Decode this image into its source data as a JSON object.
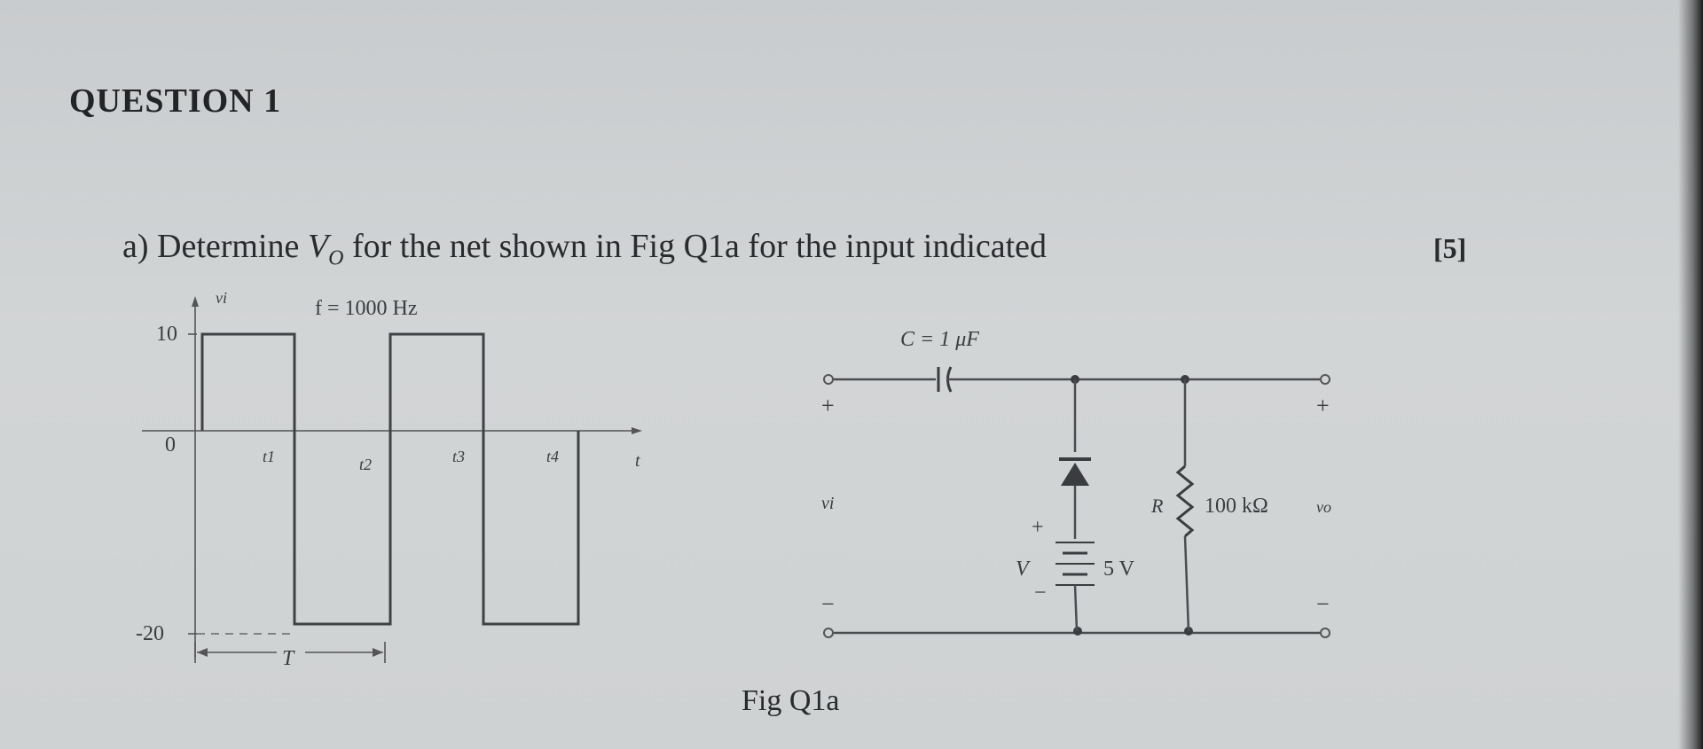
{
  "question": {
    "heading": "QUESTION 1",
    "part_label": "a)",
    "text_before": "Determine ",
    "vo_symbol": "V",
    "vo_subscript": "O",
    "text_after": " for the net shown in Fig Q1a for the input indicated",
    "marks": "[5]"
  },
  "waveform": {
    "axis_label": "vi",
    "frequency_label": "f = 1000 Hz",
    "time_axis_label": "t",
    "y_ticks": [
      "10",
      "0",
      "-20"
    ],
    "time_ticks": [
      "t1",
      "t2",
      "t3",
      "t4"
    ],
    "period_label": "T"
  },
  "circuit": {
    "capacitor_label": "C = 1 μF",
    "input_label": "vi",
    "output_label": "vo",
    "input_plus": "+",
    "input_minus": "−",
    "output_plus": "+",
    "output_minus": "−",
    "resistor_symbol": "R",
    "resistor_value": "100 kΩ",
    "battery_symbol": "V",
    "battery_value": "5 V",
    "battery_plus": "+",
    "battery_minus": "−"
  },
  "figure_caption": "Fig Q1a",
  "chart_data": {
    "type": "line",
    "x": [
      "0",
      "t1",
      "t1",
      "t2",
      "t2",
      "t3",
      "t3",
      "t4"
    ],
    "y": [
      10,
      10,
      -20,
      -20,
      10,
      10,
      -20,
      -20
    ],
    "y_ticks": [
      10,
      0,
      -20
    ],
    "ylabel": "vi",
    "xlabel": "t",
    "annotation": "f = 1000 Hz"
  }
}
